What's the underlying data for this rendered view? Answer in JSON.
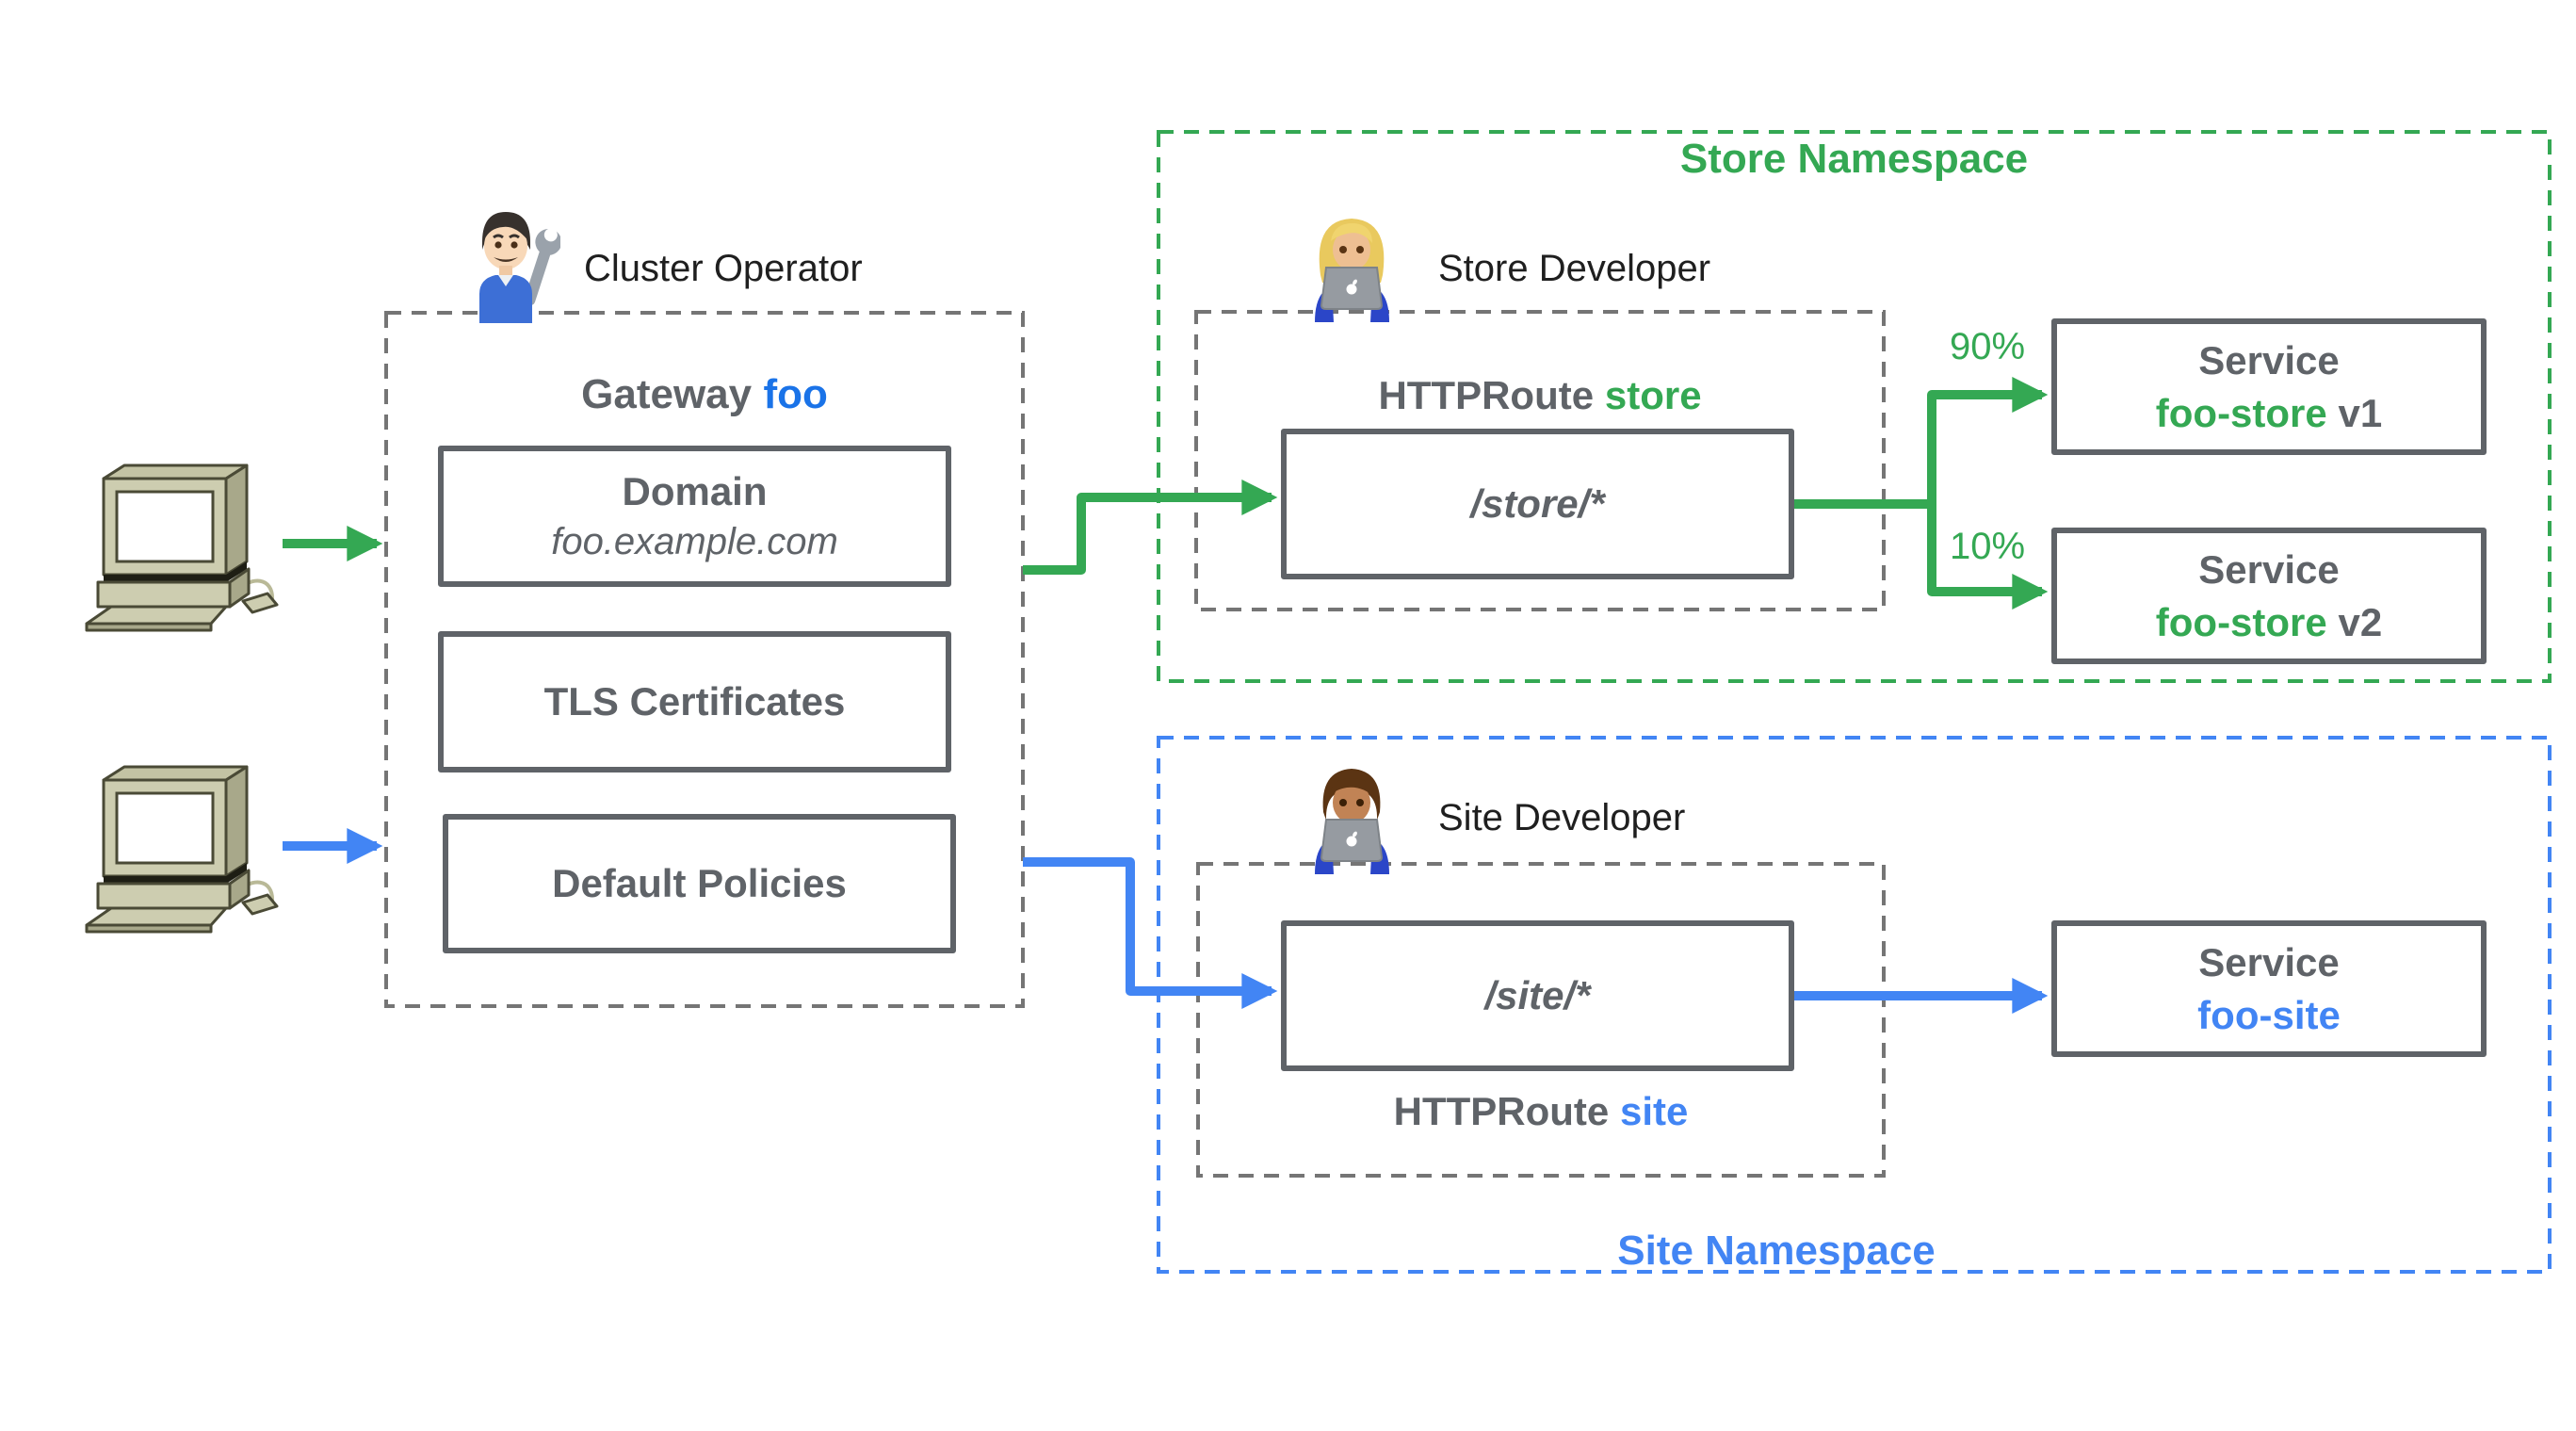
{
  "palette": {
    "gray": "#5f6368",
    "dark_text": "#1f1f1f",
    "green": "#34a853",
    "blue": "#4285f4",
    "gateway_blue": "#1a73e8",
    "dash_gray": "#757575",
    "computer_beige": "#cdcdb0"
  },
  "actors": {
    "cluster_operator": {
      "label": "Cluster Operator",
      "icon": "mechanic-emoji"
    },
    "store_developer": {
      "label": "Store Developer",
      "icon": "woman-technologist-emoji"
    },
    "site_developer": {
      "label": "Site Developer",
      "icon": "man-technologist-emoji"
    }
  },
  "gateway": {
    "title": {
      "prefix": "Gateway",
      "name": "foo"
    },
    "domain_box": {
      "title": "Domain",
      "value": "foo.example.com"
    },
    "tls_box": {
      "title": "TLS Certificates"
    },
    "policies_box": {
      "title": "Default Policies"
    }
  },
  "store_namespace": {
    "title": "Store Namespace",
    "httproute": {
      "prefix": "HTTPRoute",
      "name": "store"
    },
    "route_path": "/store/*",
    "traffic_split": {
      "v1": "90%",
      "v2": "10%"
    },
    "services": [
      {
        "kind": "Service",
        "name": "foo-store",
        "version": "v1"
      },
      {
        "kind": "Service",
        "name": "foo-store",
        "version": "v2"
      }
    ]
  },
  "site_namespace": {
    "title": "Site Namespace",
    "httproute": {
      "prefix": "HTTPRoute",
      "name": "site"
    },
    "route_path": "/site/*",
    "service": {
      "kind": "Service",
      "name": "foo-site"
    }
  }
}
